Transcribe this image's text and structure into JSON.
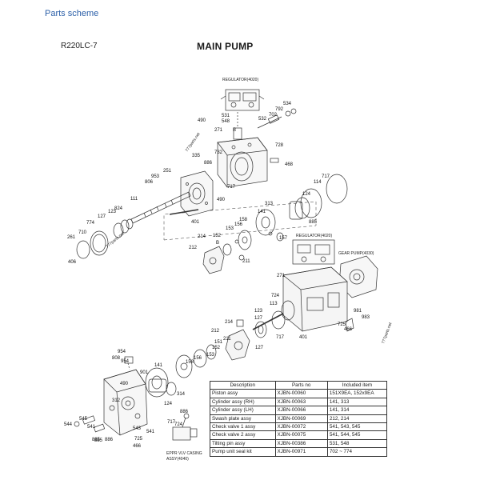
{
  "breadcrumb": "Parts scheme",
  "model": "R220LC-7",
  "title": "MAIN PUMP",
  "watermarks": [
    "777parts.net",
    "777parts.net",
    "777parts.net"
  ],
  "notes": {
    "regulator_top": "REGULATOR(4020)",
    "regulator_mid": "REGULATOR(4020)",
    "gear_pump": "GEAR PUMP(4030)",
    "eppr_line1": "EPPR VLV CASING",
    "eppr_line2": "ASSY(4040)"
  },
  "callouts": [
    {
      "label": "490"
    },
    {
      "label": "531"
    },
    {
      "label": "548"
    },
    {
      "label": "271"
    },
    {
      "label": "B"
    },
    {
      "label": "532"
    },
    {
      "label": "702"
    },
    {
      "label": "792"
    },
    {
      "label": "534"
    },
    {
      "label": "732"
    },
    {
      "label": "335"
    },
    {
      "label": "886"
    },
    {
      "label": "728"
    },
    {
      "label": "468"
    },
    {
      "label": "251"
    },
    {
      "label": "953"
    },
    {
      "label": "806"
    },
    {
      "label": "717"
    },
    {
      "label": "717"
    },
    {
      "label": "114"
    },
    {
      "label": "490"
    },
    {
      "label": "111"
    },
    {
      "label": "124"
    },
    {
      "label": "824"
    },
    {
      "label": "123"
    },
    {
      "label": "127"
    },
    {
      "label": "774"
    },
    {
      "label": "710"
    },
    {
      "label": "261"
    },
    {
      "label": "401"
    },
    {
      "label": "313"
    },
    {
      "label": "141"
    },
    {
      "label": "885"
    },
    {
      "label": "158"
    },
    {
      "label": "156"
    },
    {
      "label": "153"
    },
    {
      "label": "214"
    },
    {
      "label": "152"
    },
    {
      "label": "B"
    },
    {
      "label": "212"
    },
    {
      "label": "157"
    },
    {
      "label": "211"
    },
    {
      "label": "406"
    },
    {
      "label": "271"
    },
    {
      "label": "724"
    },
    {
      "label": "113"
    },
    {
      "label": "123"
    },
    {
      "label": "127"
    },
    {
      "label": "214"
    },
    {
      "label": "981"
    },
    {
      "label": "983"
    },
    {
      "label": "725"
    },
    {
      "label": "466"
    },
    {
      "label": "717"
    },
    {
      "label": "401"
    },
    {
      "label": "127"
    },
    {
      "label": "212"
    },
    {
      "label": "211"
    },
    {
      "label": "151"
    },
    {
      "label": "152"
    },
    {
      "label": "153"
    },
    {
      "label": "156"
    },
    {
      "label": "158"
    },
    {
      "label": "141"
    },
    {
      "label": "954"
    },
    {
      "label": "808"
    },
    {
      "label": "954"
    },
    {
      "label": "901"
    },
    {
      "label": "490"
    },
    {
      "label": "314"
    },
    {
      "label": "312"
    },
    {
      "label": "124"
    },
    {
      "label": "886"
    },
    {
      "label": "885"
    },
    {
      "label": "717"
    },
    {
      "label": "545"
    },
    {
      "label": "541"
    },
    {
      "label": "543"
    },
    {
      "label": "544"
    },
    {
      "label": "541"
    },
    {
      "label": "724"
    },
    {
      "label": "725"
    },
    {
      "label": "466"
    },
    {
      "label": "885"
    },
    {
      "label": "886"
    }
  ],
  "table": {
    "headers": [
      "Description",
      "Parts no",
      "Included item"
    ],
    "rows": [
      [
        "Piston assy",
        "XJBN-00060",
        "151X9EA, 152x9EA"
      ],
      [
        "Cylinder assy (RH)",
        "XJBN-00063",
        "141, 313"
      ],
      [
        "Cylinder assy (LH)",
        "XJBN-00066",
        "141, 314"
      ],
      [
        "Swash plate assy",
        "XJBN-00069",
        "212, 214"
      ],
      [
        "Check valve 1 assy",
        "XJBN-00072",
        "541, 543, 545"
      ],
      [
        "Check valve 2 assy",
        "XJBN-00075",
        "541, 544, 545"
      ],
      [
        "Tilting pin assy",
        "XJBN-00386",
        "531, 548"
      ],
      [
        "Pump unit seal kit",
        "XJBN-00971",
        "702 ~ 774"
      ]
    ]
  }
}
